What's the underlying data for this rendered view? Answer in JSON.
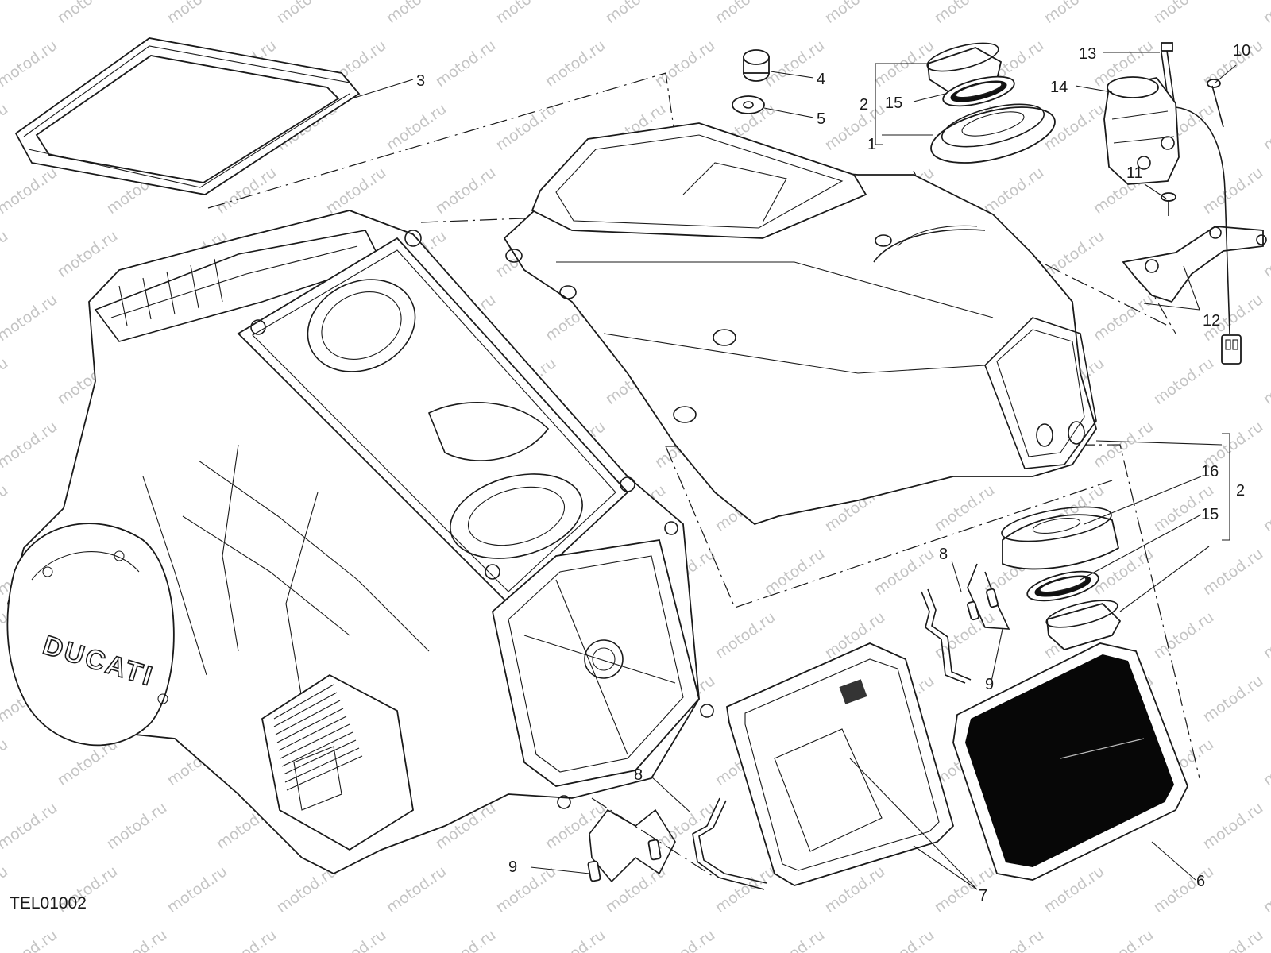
{
  "drawing_id": "TEL01002",
  "watermark": "motod.ru",
  "logo_text": "DUCATI",
  "callouts": [
    {
      "id": "c1",
      "label": "1"
    },
    {
      "id": "c2a",
      "label": "2"
    },
    {
      "id": "c2b",
      "label": "2"
    },
    {
      "id": "c3",
      "label": "3"
    },
    {
      "id": "c4",
      "label": "4"
    },
    {
      "id": "c5",
      "label": "5"
    },
    {
      "id": "c6",
      "label": "6"
    },
    {
      "id": "c7",
      "label": "7"
    },
    {
      "id": "c8a",
      "label": "8"
    },
    {
      "id": "c8b",
      "label": "8"
    },
    {
      "id": "c9a",
      "label": "9"
    },
    {
      "id": "c9b",
      "label": "9"
    },
    {
      "id": "c10",
      "label": "10"
    },
    {
      "id": "c11",
      "label": "11"
    },
    {
      "id": "c12",
      "label": "12"
    },
    {
      "id": "c13",
      "label": "13"
    },
    {
      "id": "c14",
      "label": "14"
    },
    {
      "id": "c15a",
      "label": "15"
    },
    {
      "id": "c15b",
      "label": "15"
    },
    {
      "id": "c16",
      "label": "16"
    }
  ]
}
